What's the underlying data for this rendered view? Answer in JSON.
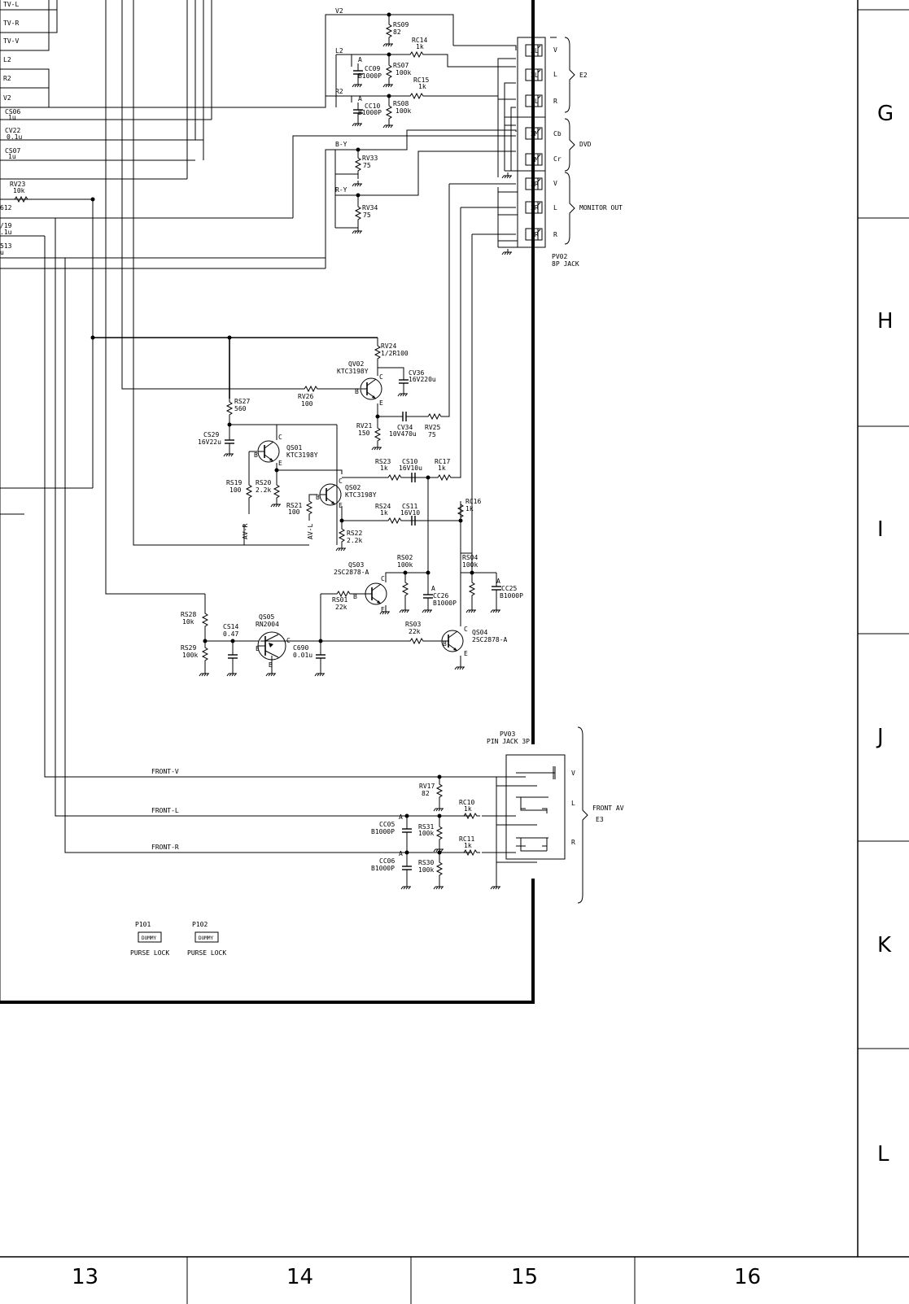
{
  "zones_right": [
    "G",
    "H",
    "I",
    "J",
    "K",
    "L"
  ],
  "columns_bottom": [
    "13",
    "14",
    "15",
    "16"
  ],
  "left_nets": [
    "TV-L",
    "TV-R",
    "TV-V",
    "L2",
    "R2",
    "V2"
  ],
  "left_caps": [
    {
      "ref": "CS06",
      "val": "1u"
    },
    {
      "ref": "CV22",
      "val": "0.1u"
    },
    {
      "ref": "CS07",
      "val": "1u"
    }
  ],
  "rv23": {
    "ref": "RV23",
    "val": "10k"
  },
  "left_frag": [
    "612",
    "/19",
    ".1u",
    "513",
    "u"
  ],
  "nets": {
    "v2": "V2",
    "l2": "L2",
    "r2": "R2",
    "by": "B-Y",
    "ry": "R-Y",
    "front_v": "FRONT-V",
    "front_l": "FRONT-L",
    "front_r": "FRONT-R",
    "avr": "AV-R",
    "avl": "AV-L"
  },
  "parts": {
    "rs09": {
      "ref": "RS09",
      "val": "82"
    },
    "rc14": {
      "ref": "RC14",
      "val": "1k"
    },
    "cc09": {
      "ref": "CC09",
      "val": "B1000P"
    },
    "rs07": {
      "ref": "RS07",
      "val": "100k"
    },
    "rc15": {
      "ref": "RC15",
      "val": "1k"
    },
    "cc10": {
      "ref": "CC10",
      "val": "B1000P"
    },
    "rs08": {
      "ref": "RS08",
      "val": "100k"
    },
    "rv33": {
      "ref": "RV33",
      "val": "75"
    },
    "rv34": {
      "ref": "RV34",
      "val": "75"
    },
    "rv24": {
      "ref": "RV24",
      "val": "1/2R100"
    },
    "qv02": {
      "ref": "QV02",
      "val": "KTC3198Y"
    },
    "cv36": {
      "ref": "CV36",
      "val": "16V220u"
    },
    "rv26": {
      "ref": "RV26",
      "val": "100"
    },
    "rs27": {
      "ref": "RS27",
      "val": "560"
    },
    "rv21": {
      "ref": "RV21",
      "val": "150"
    },
    "cv34": {
      "ref": "CV34",
      "val": "10V470u"
    },
    "rv25": {
      "ref": "RV25",
      "val": "75"
    },
    "cs29": {
      "ref": "CS29",
      "val": "16V22u"
    },
    "qs01": {
      "ref": "QS01",
      "val": "KTC3198Y"
    },
    "rs19": {
      "ref": "RS19",
      "val": "100"
    },
    "rs20": {
      "ref": "RS20",
      "val": "2.2k"
    },
    "rs21": {
      "ref": "RS21",
      "val": "100"
    },
    "qs02": {
      "ref": "QS02",
      "val": "KTC3198Y"
    },
    "rs23": {
      "ref": "RS23",
      "val": "1k"
    },
    "cs10": {
      "ref": "CS10",
      "val": "16V10u"
    },
    "rc17": {
      "ref": "RC17",
      "val": "1k"
    },
    "rc16": {
      "ref": "RC16",
      "val": "1k"
    },
    "rs24": {
      "ref": "RS24",
      "val": "1k"
    },
    "cs11": {
      "ref": "CS11",
      "val": "16V10"
    },
    "rs22": {
      "ref": "RS22",
      "val": "2.2k"
    },
    "rs02": {
      "ref": "RS02",
      "val": "100k"
    },
    "qs03": {
      "ref": "QS03",
      "val": "2SC2878-A"
    },
    "rs01": {
      "ref": "RS01",
      "val": "22k"
    },
    "cc26": {
      "ref": "CC26",
      "val": "B1000P"
    },
    "rs04": {
      "ref": "RS04",
      "val": "100k"
    },
    "cc25": {
      "ref": "CC25",
      "val": "B1000P"
    },
    "rs03": {
      "ref": "RS03",
      "val": "22k"
    },
    "qs04": {
      "ref": "QS04",
      "val": "2SC2878-A"
    },
    "rs28": {
      "ref": "RS28",
      "val": "10k"
    },
    "rs29": {
      "ref": "RS29",
      "val": "100k"
    },
    "cs14": {
      "ref": "CS14",
      "val": "0.47"
    },
    "qs05": {
      "ref": "QS05",
      "val": "RN2004"
    },
    "c690": {
      "ref": "C690",
      "val": "0.01u"
    },
    "rv17": {
      "ref": "RV17",
      "val": "82"
    },
    "cc05": {
      "ref": "CC05",
      "val": "B1000P"
    },
    "rs31": {
      "ref": "RS31",
      "val": "100k"
    },
    "rc10": {
      "ref": "RC10",
      "val": "1k"
    },
    "rc11": {
      "ref": "RC11",
      "val": "1k"
    },
    "cc06": {
      "ref": "CC06",
      "val": "B1000P"
    },
    "rs30": {
      "ref": "RS30",
      "val": "100k"
    }
  },
  "pv02": {
    "ref": "PV02",
    "desc": "8P JACK",
    "pins": [
      "3L",
      "2L",
      "1L",
      "2M",
      "1M",
      "3R",
      "2R",
      "1R"
    ],
    "side": [
      "V",
      "L",
      "R",
      "Cb",
      "Cr",
      "V",
      "L",
      "R"
    ],
    "groups": [
      "E2",
      "DVD",
      "MONITOR OUT"
    ]
  },
  "pv03": {
    "ref": "PV03",
    "desc": "PIN JACK 3P",
    "side": [
      "V",
      "L",
      "R"
    ],
    "group1": "FRONT AV",
    "group2": "E3"
  },
  "dummies": [
    {
      "ref": "P101",
      "box": "DUMMY",
      "label": "PURSE LOCK"
    },
    {
      "ref": "P102",
      "box": "DUMMY",
      "label": "PURSE LOCK"
    }
  ],
  "gnd": "1",
  "pins": {
    "b": "B",
    "c": "C",
    "e": "E",
    "a": "A"
  }
}
